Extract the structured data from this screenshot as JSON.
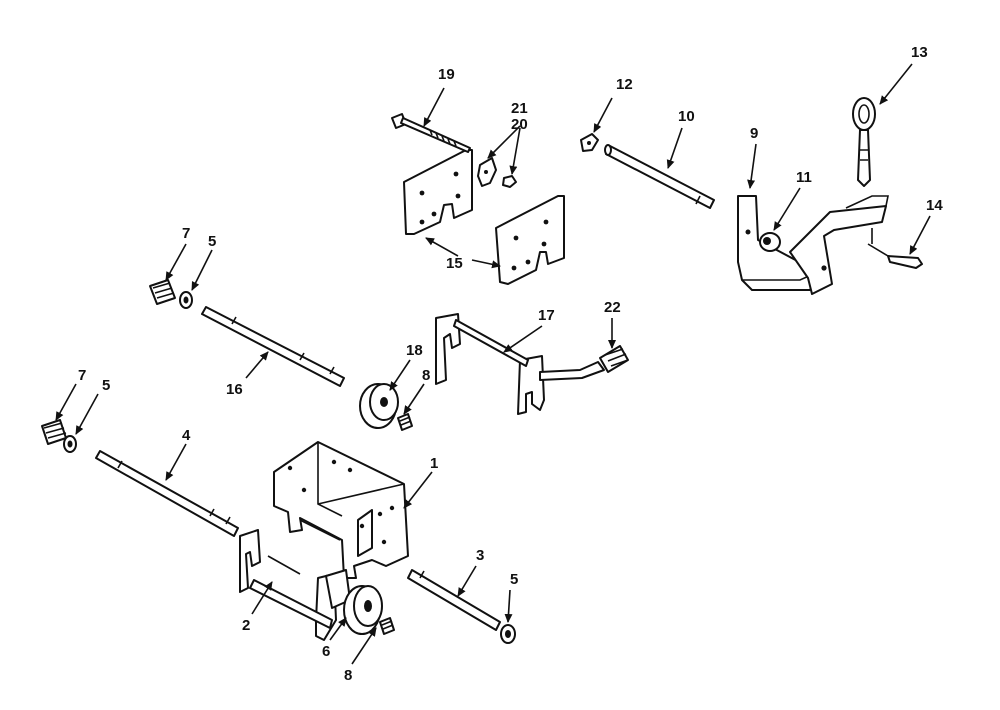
{
  "callouts": {
    "c1": "1",
    "c2": "2",
    "c3": "3",
    "c4": "4",
    "c5a": "5",
    "c5b": "5",
    "c5c": "5",
    "c6": "6",
    "c7a": "7",
    "c7b": "7",
    "c8a": "8",
    "c8b": "8",
    "c9": "9",
    "c10": "10",
    "c11": "11",
    "c12": "12",
    "c13": "13",
    "c14": "14",
    "c15": "15",
    "c16": "16",
    "c17": "17",
    "c18": "18",
    "c19": "19",
    "c20": "20",
    "c21": "21",
    "c22": "22"
  }
}
